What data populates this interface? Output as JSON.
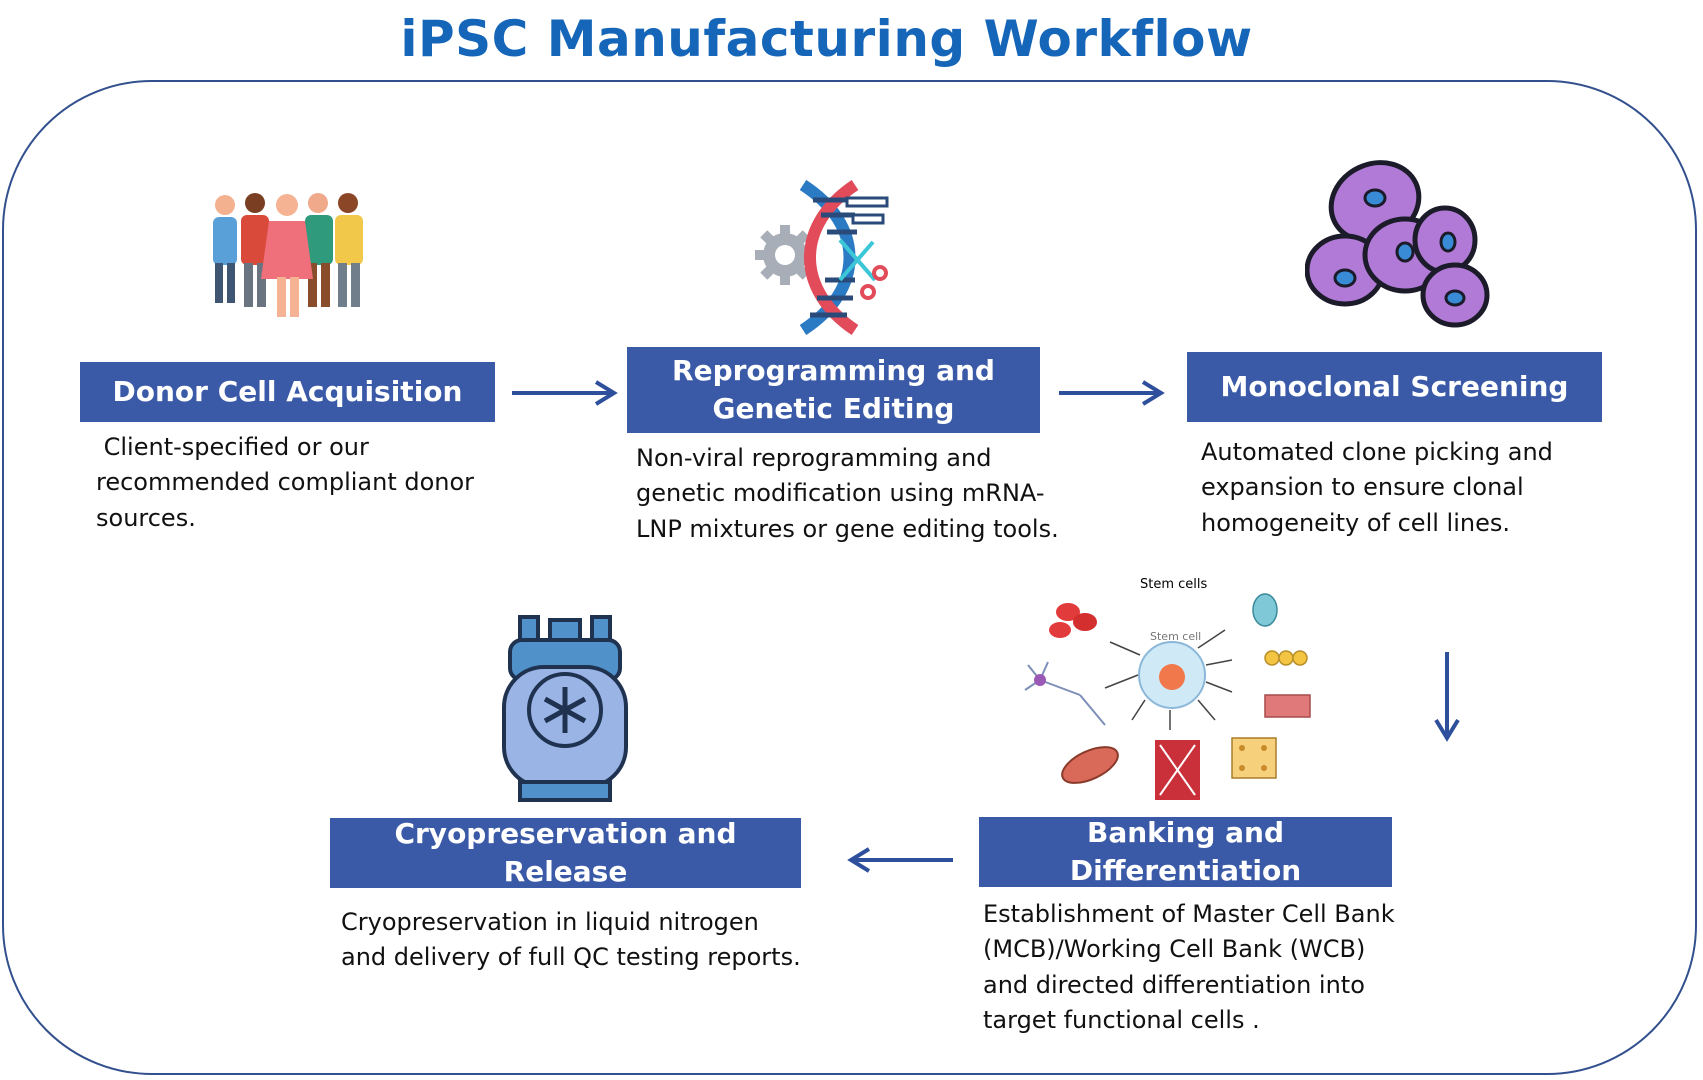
{
  "title": "iPSC Manufacturing Workflow",
  "stages": [
    {
      "label": "Donor Cell Acquisition",
      "desc": [
        " Client-specified or our",
        "recommended compliant donor",
        "sources."
      ]
    },
    {
      "label_lines": [
        "Reprogramming and",
        "Genetic Editing"
      ],
      "desc": [
        "Non-viral reprogramming and",
        "genetic modification using mRNA-",
        "LNP mixtures or gene editing tools."
      ]
    },
    {
      "label": "Monoclonal Screening",
      "desc": [
        "Automated clone picking and",
        "expansion to ensure clonal",
        "homogeneity of cell lines."
      ]
    },
    {
      "label": "Banking and Differentiation",
      "desc": [
        "Establishment of Master Cell Bank",
        "(MCB)/Working Cell Bank (WCB)",
        "and directed differentiation into",
        "target functional cells ."
      ]
    },
    {
      "label": "Cryopreservation and Release",
      "desc": [
        "Cryopreservation in liquid nitrogen",
        "and delivery of full QC testing reports."
      ]
    }
  ],
  "stem_figure": {
    "heading": "Stem cells",
    "center_label": "Stem cell"
  },
  "icons": [
    "people-group-icon",
    "dna-editing-icon",
    "cells-cluster-icon",
    "stem-cell-differentiation-icon",
    "cryo-tank-icon"
  ],
  "colors": {
    "title": "#1565b8",
    "stage_fill": "#3a5aa8",
    "arrow": "#2e4f9c",
    "frame": "#33508e"
  }
}
